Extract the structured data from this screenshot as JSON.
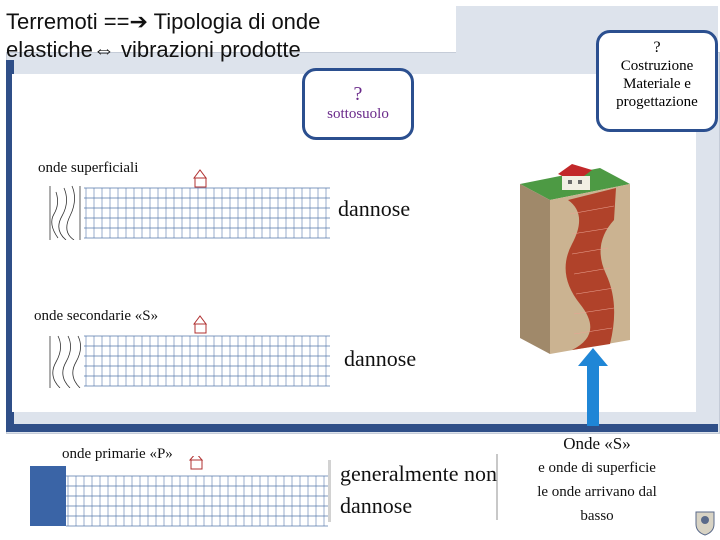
{
  "title": {
    "line1": "Terremoti ==➔ Tipologia di onde",
    "line2": "elastiche⇔ vibrazioni prodotte"
  },
  "callouts": {
    "left": {
      "mark": "?",
      "text": "sottosuolo"
    },
    "right": {
      "mark": "?",
      "text": "Costruzione Materiale e progettazione"
    }
  },
  "waves": [
    {
      "label": "onde superficiali",
      "effect": "dannose"
    },
    {
      "label": "onde secondarie «S»",
      "effect": "dannose"
    },
    {
      "label": "onde primarie «P»",
      "effect": "generalmente non dannose"
    }
  ],
  "note": {
    "heading": "Onde «S»",
    "line1": "e onde di superficie",
    "line2": "le onde arrivano dal",
    "line3": "basso"
  },
  "icons": [
    "house-icon",
    "up-arrow-icon",
    "crest-icon"
  ],
  "colors": {
    "accent": "#2b4f8f",
    "question": "#6a2a8a",
    "arrow": "#1f86d6",
    "soil": "#b0422a"
  }
}
